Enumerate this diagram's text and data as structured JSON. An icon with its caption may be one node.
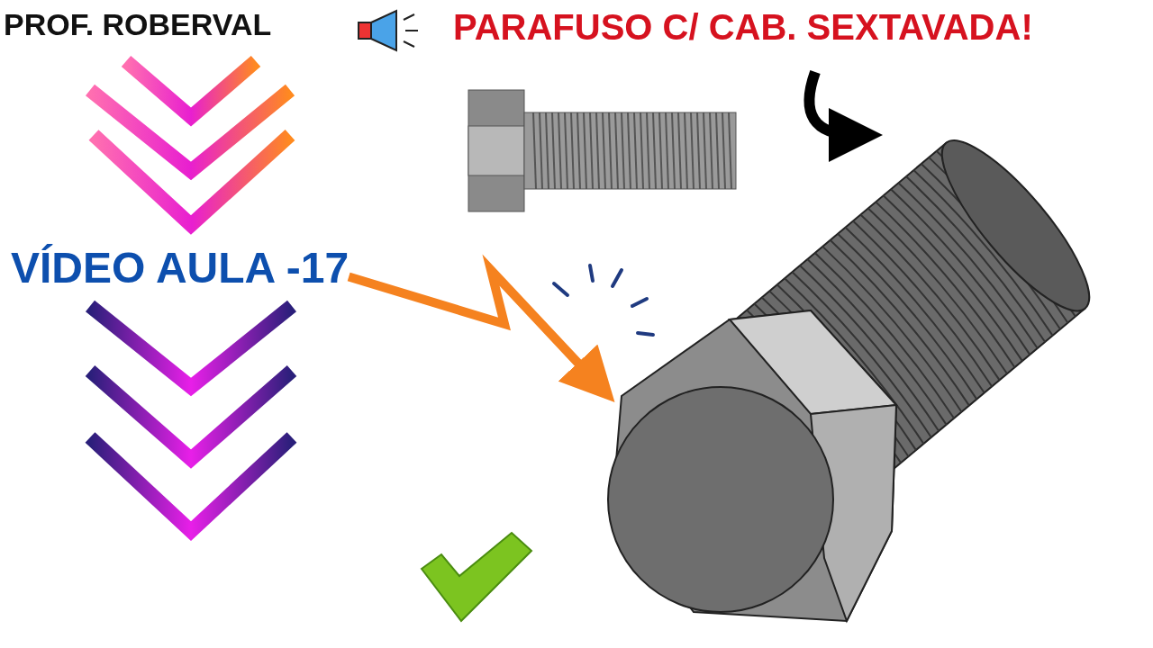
{
  "diagram": {
    "title": "PARAFUSO C/ CAB. SEXTAVADA!",
    "nodes": [
      {
        "text": [
          "VÍDEO AULA -17"
        ]
      },
      {
        "text": [],
        "shape": "picture"
      }
    ],
    "edges": [
      {
        "from": 0,
        "to": 1,
        "arrow": "to",
        "color": "#f5821f"
      },
      {
        "from": null,
        "to": 1,
        "arrow": "to",
        "color": "#000000"
      }
    ],
    "labels": [
      "PROF. ROBERVAL"
    ]
  }
}
